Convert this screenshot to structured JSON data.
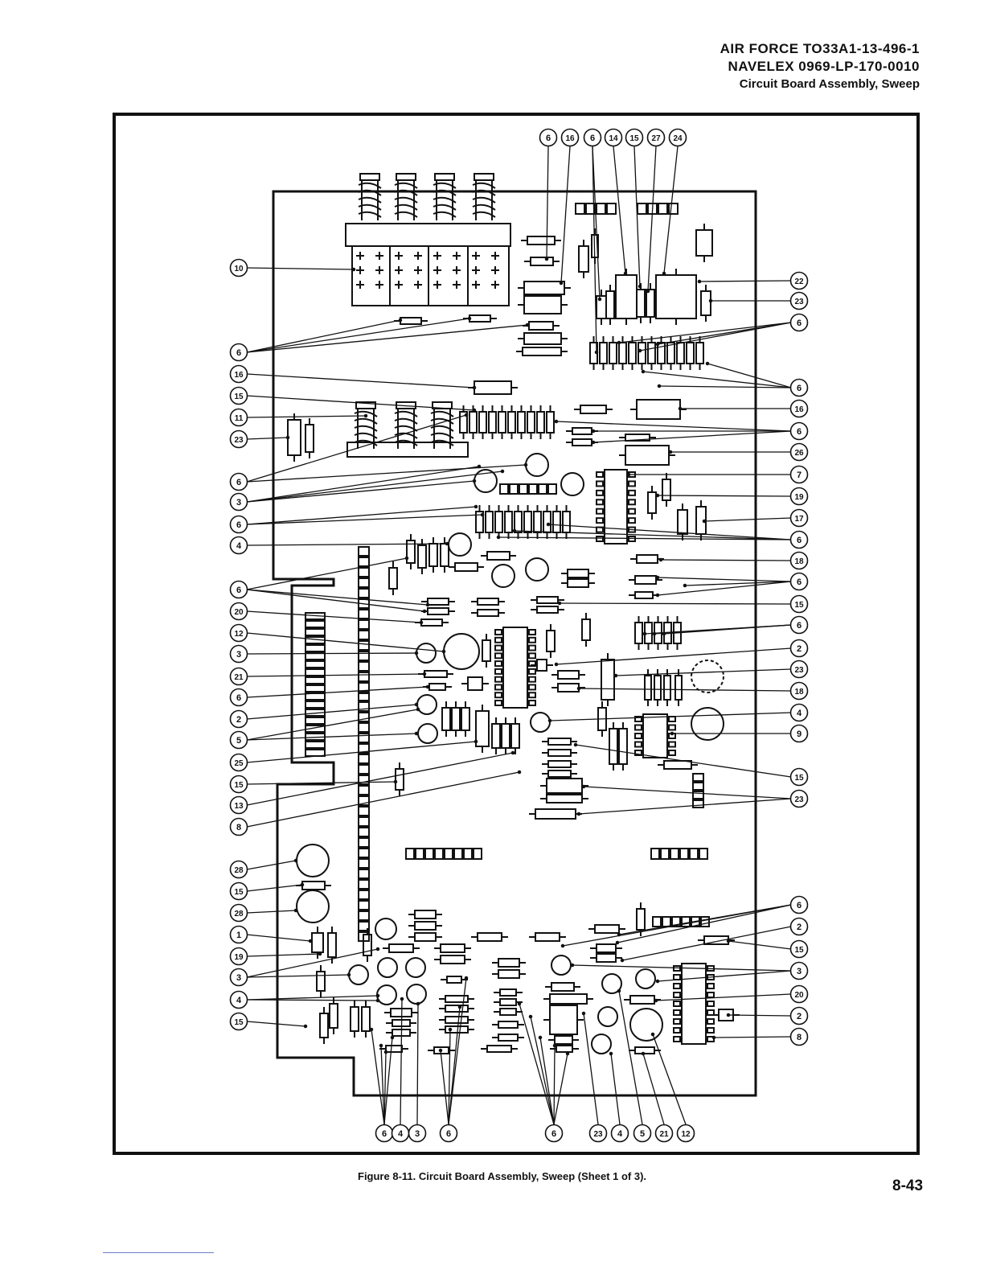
{
  "header": {
    "line1": "AIR FORCE  TO33A1-13-496-1",
    "line2": "NAVELEX  0969-LP-170-0010",
    "line3": "Circuit Board Assembly, Sweep"
  },
  "callouts": {
    "top": [
      "6",
      "16",
      "6",
      "14",
      "15",
      "27",
      "24"
    ],
    "left": [
      "10",
      "6",
      "16",
      "15",
      "11",
      "23",
      "6",
      "3",
      "6",
      "4",
      "6",
      "20",
      "12",
      "3",
      "21",
      "6",
      "2",
      "5",
      "25",
      "15",
      "13",
      "8",
      "28",
      "15",
      "28",
      "1",
      "19",
      "3",
      "4",
      "15"
    ],
    "right": [
      "22",
      "23",
      "6",
      "6",
      "16",
      "6",
      "26",
      "7",
      "19",
      "17",
      "6",
      "18",
      "6",
      "15",
      "6",
      "2",
      "23",
      "18",
      "4",
      "9",
      "15",
      "23",
      "6",
      "2",
      "15",
      "3",
      "20",
      "2",
      "8"
    ],
    "bottom": [
      "6",
      "4",
      "3",
      "6",
      "6",
      "23",
      "4",
      "5",
      "21",
      "12"
    ]
  },
  "caption": "Figure 8-11. Circuit Board Assembly, Sweep (Sheet 1 of 3).",
  "page_number": "8-43"
}
